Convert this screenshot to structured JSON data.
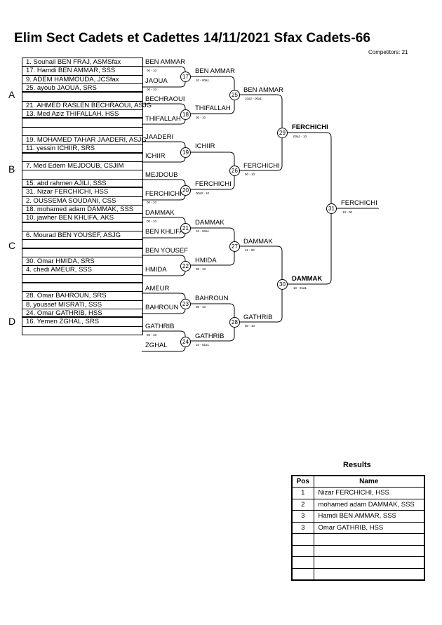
{
  "header": {
    "title": "Elim Sect Cadets et Cadettes  14/11/2021  Sfax   Cadets-66",
    "competitors": "Competitors: 21"
  },
  "entrants": [
    "1. Souhail BEN FRAJ, ASMSfax",
    "17. Hamdi BEN AMMAR, SSS",
    "9. ADEM HAMMOUDA, JCSfax",
    "25. ayoub JAOUA, SRS",
    "",
    "21. AHMED RASLEN BECHRAOUI, ASJG",
    "13. Med Aziz THIFALLAH, HSS",
    "",
    "",
    "19. MOHAMED TAHAR JAADERI, ASJG",
    "11. yessin ICHIIR, SRS",
    "",
    "7. Med Edem MEJDOUB, CSJIM",
    "",
    "15. abd rahmen AJILI, SSS",
    "31. Nizar FERCHICHI, HSS",
    "2. OUSSEMA SOUDANI, CSS",
    "18. mohamed adam DAMMAK, SSS",
    "10. jawher BEN KHLIFA, AKS",
    "",
    "6. Mourad BEN YOUSEF, ASJG",
    "",
    "",
    "30. Omar HMIDA, SRS",
    "4. chedi AMEUR, SSS",
    "",
    "",
    "28. Omar BAHROUN, SRS",
    "8. youssef MISRATI, SSS",
    "24. Omar GATHRIB, HSS",
    "16. Yemen ZGHAL, SRS",
    ""
  ],
  "sections": [
    "A",
    "B",
    "C",
    "D"
  ],
  "round1": [
    {
      "top": "BEN AMMAR",
      "top_score": "00 - 10",
      "bottom": "JAOUA",
      "bottom_score": "00 - 10",
      "match": "17",
      "winner": "BEN AMMAR",
      "score": "10 - 00a1"
    },
    {
      "top": "BECHRAOUI",
      "top_score": "",
      "bottom": "THIFALLAH",
      "bottom_score": "",
      "match": "18",
      "winner": "THIFALLAH",
      "score": "00 - 10"
    },
    {
      "top": "JAADERI",
      "top_score": "",
      "bottom": "ICHIIR",
      "bottom_score": "",
      "match": "19",
      "winner": "ICHIIR",
      "score": ""
    },
    {
      "top": "MEJDOUB",
      "top_score": "",
      "bottom": "FERCHICHI",
      "bottom_score": "00 - 10",
      "match": "20",
      "winner": "FERCHICHI",
      "score": "00a3 - 10"
    },
    {
      "top": "DAMMAK",
      "top_score": "00 - 10",
      "bottom": "BEN KHLIFA",
      "bottom_score": "",
      "match": "21",
      "winner": "DAMMAK",
      "score": "10 - 00a1"
    },
    {
      "top": "BEN YOUSEF",
      "top_score": "",
      "bottom": "HMIDA",
      "bottom_score": "",
      "match": "22",
      "winner": "HMIDA",
      "score": "00 - 10"
    },
    {
      "top": "AMEUR",
      "top_score": "",
      "bottom": "BAHROUN",
      "bottom_score": "",
      "match": "23",
      "winner": "BAHROUN",
      "score": "00 - 10"
    },
    {
      "top": "GATHRIB",
      "top_score": "00 - 10",
      "bottom": "ZGHAL",
      "bottom_score": "",
      "match": "24",
      "winner": "GATHRIB",
      "score": "10 - 01a1"
    }
  ],
  "round2": [
    {
      "match": "25",
      "winner": "BEN AMMAR",
      "score": "10a2 - 00a1"
    },
    {
      "match": "26",
      "winner": "FERCHICHI",
      "score": "00 - 10"
    },
    {
      "match": "27",
      "winner": "DAMMAK",
      "score": "11 - 00"
    },
    {
      "match": "28",
      "winner": "GATHRIB",
      "score": "00 - 10"
    }
  ],
  "round3": [
    {
      "match": "29",
      "winner": "FERCHICHI",
      "score": "00a1 - 10"
    },
    {
      "match": "30",
      "winner": "DAMMAK",
      "score": "10 - 01a1"
    }
  ],
  "final": {
    "match": "31",
    "winner": "FERCHICHI",
    "score": "10 - 00"
  },
  "results": {
    "title": "Results",
    "headers": {
      "pos": "Pos",
      "name": "Name"
    },
    "rows": [
      {
        "pos": "1",
        "name": "Nizar FERCHICHI, HSS"
      },
      {
        "pos": "2",
        "name": "mohamed adam DAMMAK, SSS"
      },
      {
        "pos": "3",
        "name": "Hamdi BEN AMMAR, SSS"
      },
      {
        "pos": "3",
        "name": "Omar GATHRIB, HSS"
      },
      {
        "pos": "",
        "name": ""
      },
      {
        "pos": "",
        "name": ""
      },
      {
        "pos": "",
        "name": ""
      },
      {
        "pos": "",
        "name": ""
      }
    ]
  }
}
